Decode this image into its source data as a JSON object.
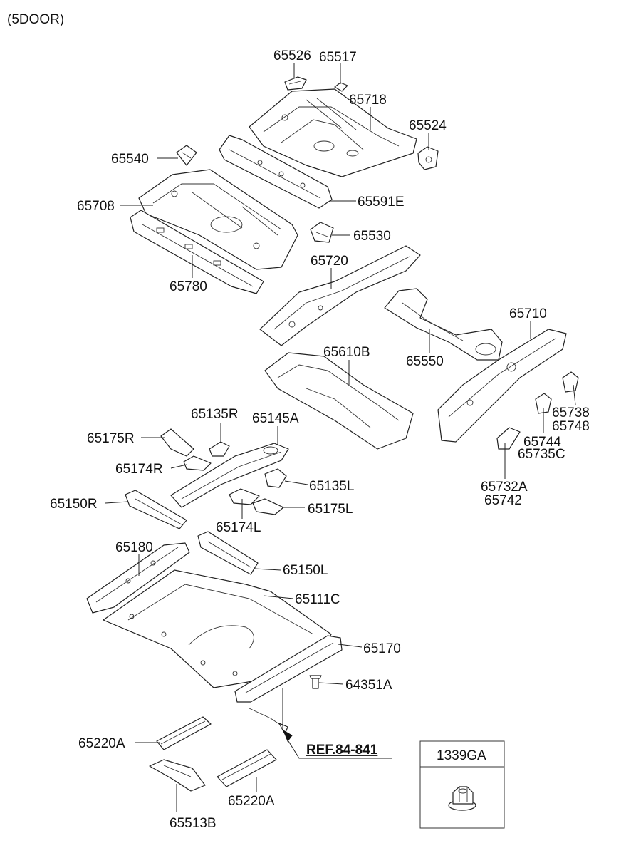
{
  "header": {
    "variant": "(5DOOR)"
  },
  "labels": {
    "p65526": "65526",
    "p65517": "65517",
    "p65718": "65718",
    "p65524": "65524",
    "p65540": "65540",
    "p65708": "65708",
    "p65591E": "65591E",
    "p65530": "65530",
    "p65720": "65720",
    "p65780": "65780",
    "p65710": "65710",
    "p65550": "65550",
    "p65610B": "65610B",
    "p65738": "65738",
    "p65748": "65748",
    "p65744": "65744",
    "p65735C": "65735C",
    "p65732A": "65732A",
    "p65742": "65742",
    "p65135R": "65135R",
    "p65145A": "65145A",
    "p65175R": "65175R",
    "p65174R": "65174R",
    "p65135L": "65135L",
    "p65150R": "65150R",
    "p65175L": "65175L",
    "p65174L": "65174L",
    "p65180": "65180",
    "p65150L": "65150L",
    "p65111C": "65111C",
    "p65170": "65170",
    "p64351A": "64351A",
    "p65220A_1": "65220A",
    "ref": "REF.84-841",
    "p65513B": "65513B",
    "p65220A_2": "65220A"
  },
  "legend_box": {
    "title": "1339GA",
    "icon": "flange-nut-icon"
  },
  "colors": {
    "line": "#222222",
    "background": "#ffffff"
  }
}
